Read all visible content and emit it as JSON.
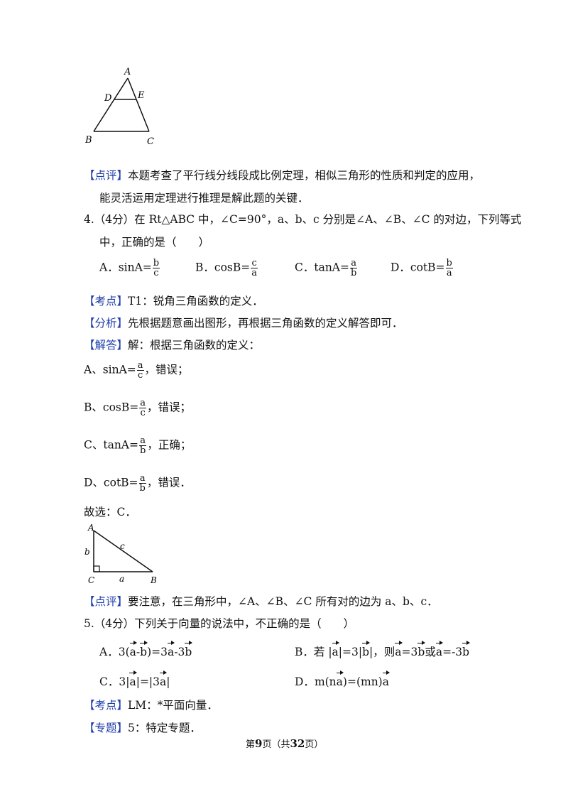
{
  "figure1": {
    "labels": {
      "A": "A",
      "B": "B",
      "C": "C",
      "D": "D",
      "E": "E"
    }
  },
  "comment1": {
    "tag": "【点评】",
    "line1": "本题考查了平行线分线段成比例定理，相似三角形的性质和判定的应用，",
    "line2": "能灵活运用定理进行推理是解此题的关键．"
  },
  "q4": {
    "stem1": "4.（4分）在 Rt△ABC 中，∠C=90°，a、b、c 分别是∠A、∠B、∠C 的对边，下列等式",
    "stem2": "中，正确的是（　　）",
    "options": [
      {
        "prefix": "A．sinA=",
        "num": "b",
        "den": "c"
      },
      {
        "prefix": "B．cosB=",
        "num": "c",
        "den": "a"
      },
      {
        "prefix": "C．tanA=",
        "num": "a",
        "den": "b"
      },
      {
        "prefix": "D．cotB=",
        "num": "b",
        "den": "a"
      }
    ],
    "kaodian_tag": "【考点】",
    "kaodian": "T1：锐角三角函数的定义．",
    "fenxi_tag": "【分析】",
    "fenxi": "先根据题意画出图形，再根据三角函数的定义解答即可．",
    "jieda_tag": "【解答】",
    "jieda": "解：根据三角函数的定义：",
    "answers": [
      {
        "prefix": "A、sinA=",
        "num": "a",
        "den": "c",
        "verdict": "，错误；"
      },
      {
        "prefix": "B、cosB=",
        "num": "a",
        "den": "c",
        "verdict": "，错误；"
      },
      {
        "prefix": "C、tanA=",
        "num": "a",
        "den": "b",
        "verdict": "，正确；"
      },
      {
        "prefix": "D、cotB=",
        "num": "a",
        "den": "b",
        "verdict": "，错误．"
      }
    ],
    "choice": "故选：C．",
    "figure2": {
      "labels": {
        "A": "A",
        "b": "b",
        "c": "c",
        "C": "C",
        "a": "a",
        "B": "B"
      }
    },
    "comment_tag": "【点评】",
    "comment": "要注意，在三角形中，∠A、∠B、∠C 所有对的边为 a、b、c．"
  },
  "q5": {
    "stem": "5.（4分）下列关于向量的说法中，不正确的是（　　）",
    "optA": {
      "label": "A．",
      "pre": "3(",
      "a": "a",
      "minus": "-",
      "b": "b",
      "mid": ")=3",
      "a2": "a",
      "m2": "-3",
      "b2": "b"
    },
    "optB": {
      "label": "B．若 |",
      "a": "a",
      "mid1": "|=3|",
      "b": "b",
      "mid2": "|，则",
      "a2": "a",
      "mid3": "=3",
      "b2": "b",
      "or": "或",
      "a3": "a",
      "mid4": "=-3",
      "b3": "b"
    },
    "optC": {
      "label": "C．",
      "pre": "3|",
      "a": "a",
      "mid": "|=|3",
      "a2": "a",
      "end": "|"
    },
    "optD": {
      "label": "D．",
      "pre": "m(n",
      "a": "a",
      "mid": ")=(mn)",
      "a2": "a"
    },
    "kaodian_tag": "【考点】",
    "kaodian": "LM：*平面向量．",
    "zhuanti_tag": "【专题】",
    "zhuanti": "5：特定专题．"
  },
  "footer": {
    "pre": "第",
    "page": "9",
    "mid": "页（共",
    "total": "32",
    "post": "页）"
  }
}
